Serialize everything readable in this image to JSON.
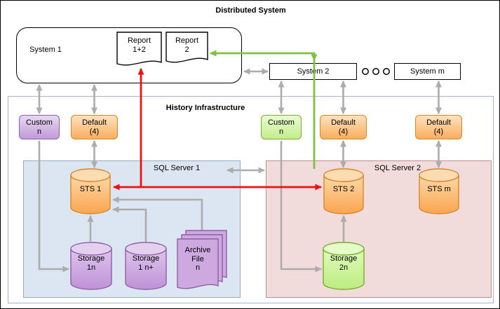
{
  "title": "Distributed System",
  "top_row": {
    "system1": "System 1",
    "report_1_2": "Report\n1+2",
    "report_2": "Report\n2",
    "system2": "System 2",
    "system_m": "System m"
  },
  "history": {
    "title": "History Infrastructure",
    "adapters": [
      {
        "label": "Custom\nn",
        "variant": "purple"
      },
      {
        "label": "Default\n(4)",
        "variant": "orange"
      },
      {
        "label": "Custom\nn",
        "variant": "green"
      },
      {
        "label": "Default\n(4)",
        "variant": "orange"
      },
      {
        "label": "Default\n(4)",
        "variant": "orange"
      }
    ],
    "sql1": {
      "title": "SQL Server 1",
      "sts1": "STS 1",
      "storage_1n": "Storage\n1n",
      "storage_1np": "Storage\n1 n+",
      "archive": "Archive\nFile\nn"
    },
    "sql2": {
      "title": "SQL Server 2",
      "sts2": "STS 2",
      "sts_m": "STS m",
      "storage_2n": "Storage\n2n"
    }
  },
  "colors": {
    "orange_border": "#D8862B",
    "purple_border": "#8E5FA8",
    "green_border": "#77AC30",
    "sql1_bg": "#DCE6F2",
    "sql2_bg": "#F2DCDB",
    "arrow_gray": "#ACACAC",
    "arrow_red": "#EE1111",
    "arrow_green": "#7FC241"
  }
}
